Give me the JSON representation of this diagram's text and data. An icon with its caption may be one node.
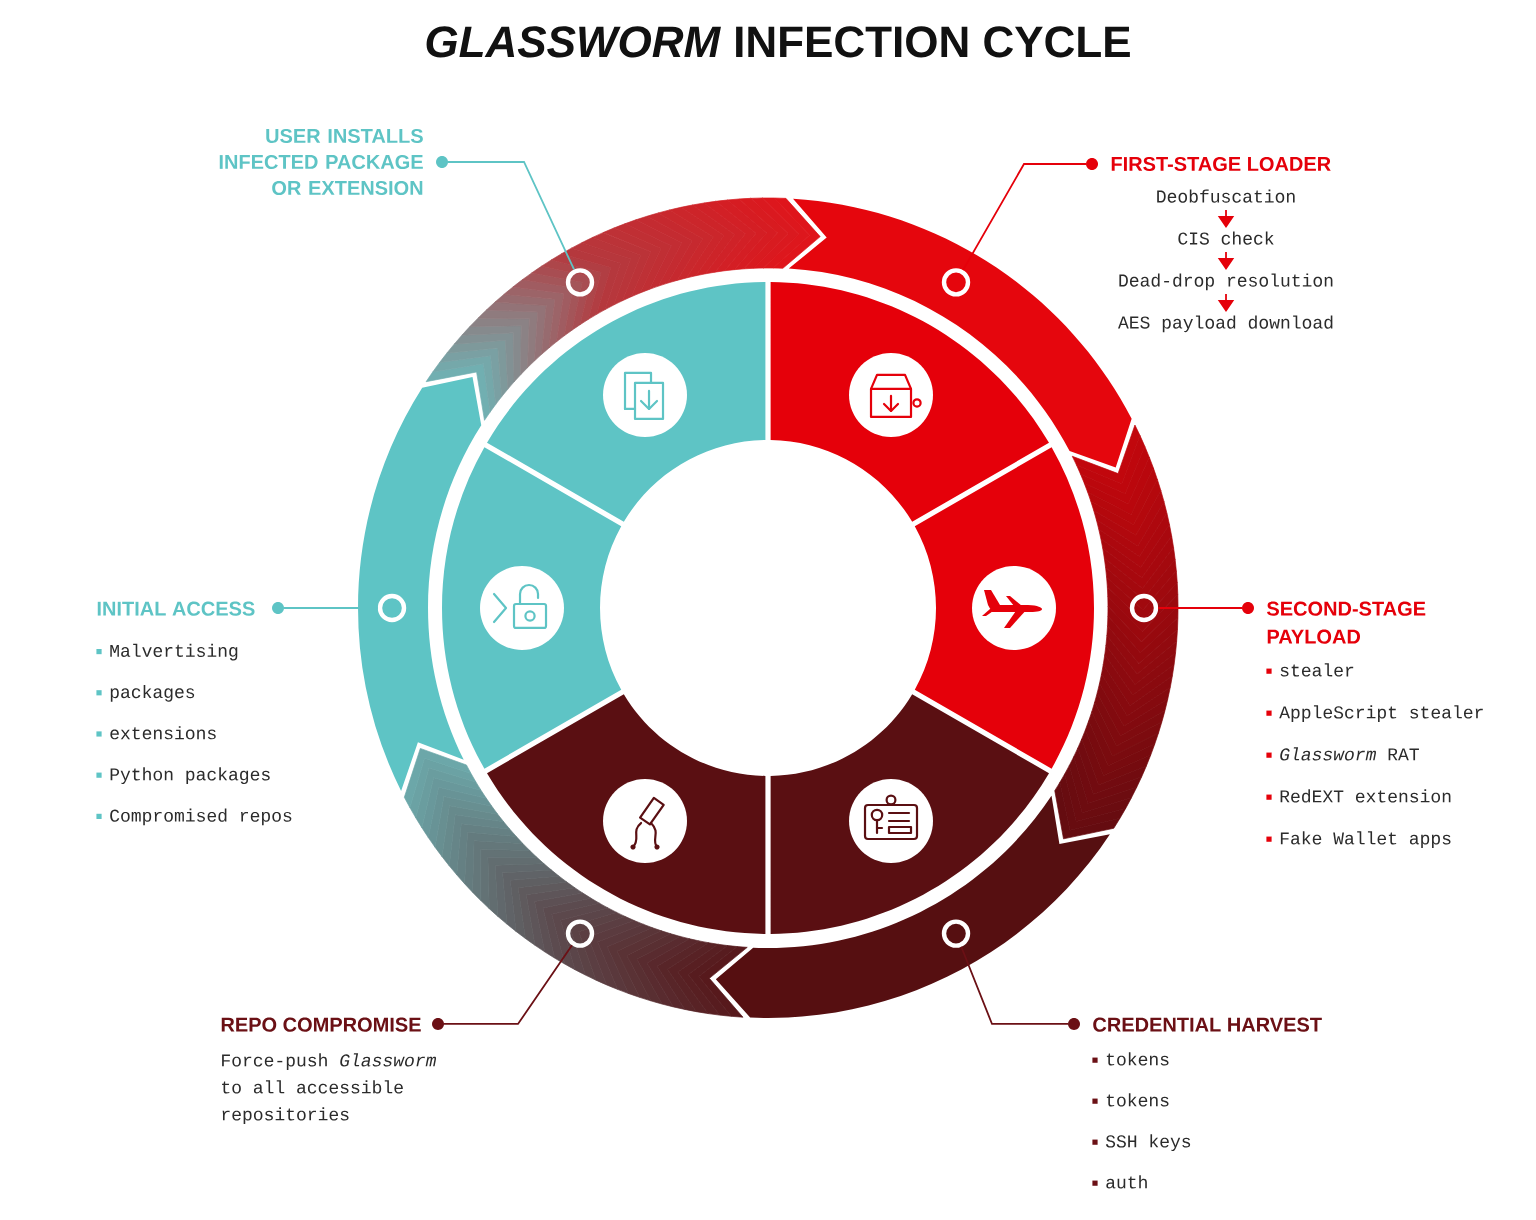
{
  "diagram": {
    "title": "*GLASSWORM* INFECTION CYCLE",
    "nodes": [
      {
        "text": [
          "USER INSTALLS INFECTED PACKAGE OR EXTENSION"
        ]
      },
      {
        "text": [
          "FIRST-STAGE LOADER"
        ]
      },
      {
        "text": [
          "Deobfuscation"
        ]
      },
      {
        "text": [
          "CIS check"
        ]
      },
      {
        "text": [
          "Dead-drop resolution"
        ]
      },
      {
        "text": [
          "AES payload download"
        ]
      },
      {
        "text": [
          "INITIAL ACCESS",
          "Malvertising",
          "packages",
          "extensions",
          "Python packages",
          "Compromised repos"
        ]
      },
      {
        "text": [
          "SECOND-STAGE PAYLOAD",
          "stealer",
          "AppleScript stealer",
          "*Glassworm* RAT",
          "RedEXT extension",
          "Fake Wallet apps"
        ]
      },
      {
        "text": [
          "REPO COMPROMISE",
          "Force-push *Glassworm* to all accessible repositories"
        ]
      },
      {
        "text": [
          "CREDENTIAL HARVEST",
          "tokens",
          "tokens",
          "SSH keys",
          "auth"
        ]
      },
      {
        "text": [],
        "shape": "circle"
      },
      {
        "text": [],
        "shape": "circle"
      },
      {
        "text": [],
        "shape": "circle"
      },
      {
        "text": [],
        "shape": "circle"
      },
      {
        "text": [],
        "shape": "circle"
      },
      {
        "text": [],
        "shape": "circle"
      }
    ],
    "edges": [
      {
        "from": 0,
        "to": 10,
        "arrow": "none",
        "color": "#5ec4c5"
      },
      {
        "from": 1,
        "to": 11,
        "arrow": "none"
      },
      {
        "from": 2,
        "to": 3,
        "arrow": "to"
      },
      {
        "from": 3,
        "to": 4,
        "arrow": "to"
      },
      {
        "from": 4,
        "to": 5,
        "arrow": "to"
      },
      {
        "from": 6,
        "to": 12,
        "arrow": "none",
        "color": "#5ec4c5"
      },
      {
        "from": 7,
        "to": 13,
        "arrow": "none"
      },
      {
        "from": 8,
        "to": 14,
        "arrow": "none",
        "color": "#6b1015"
      },
      {
        "from": 9,
        "to": 15,
        "arrow": "none",
        "color": "#6b1015"
      }
    ]
  }
}
